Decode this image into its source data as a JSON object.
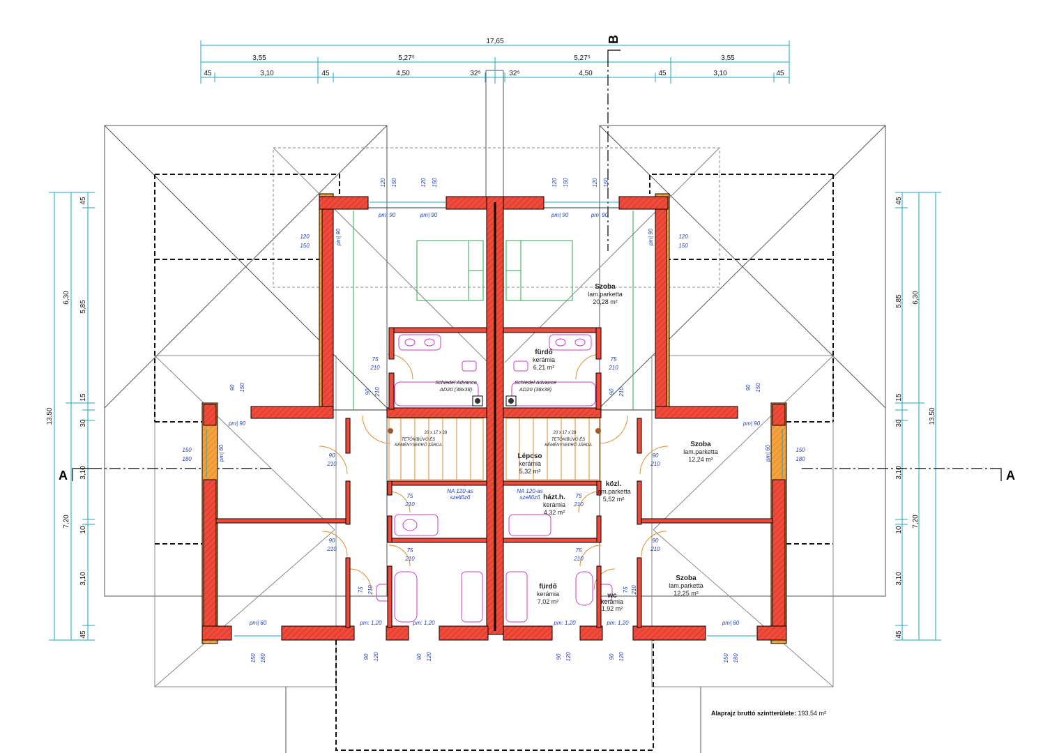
{
  "dimensions": {
    "total_width": "17,65",
    "row2": [
      "3,55",
      "5,27⁵",
      "5,27⁵",
      "3,55"
    ],
    "row3": [
      "45",
      "3,10",
      "45",
      "4,50",
      "32⁵",
      "32⁵",
      "4,50",
      "45",
      "3,10",
      "45"
    ],
    "left_outer": "13,50",
    "left_mid": [
      "6,30",
      "7,20"
    ],
    "left_inner": [
      "45",
      "5,85",
      "15",
      "30",
      "3,10",
      "10",
      "3,10",
      "45"
    ],
    "right_outer": "13,50",
    "right_mid": [
      "6,30",
      "7,20"
    ],
    "right_inner": [
      "45",
      "5,85",
      "15",
      "30",
      "3,10",
      "10",
      "3,10",
      "45"
    ]
  },
  "sections": {
    "a_left": "A",
    "a_right": "A",
    "b": "B"
  },
  "rooms": {
    "szoba_top": {
      "name": "Szoba",
      "finish": "lam.parketta",
      "area": "20,28 m²"
    },
    "furdo_top": {
      "name": "fürdő",
      "finish": "kerámia",
      "area": "6,21 m²"
    },
    "lepcso": {
      "name": "Lépcso",
      "finish": "kerámia",
      "area": "5,32 m²"
    },
    "szoba_mid": {
      "name": "Szoba",
      "finish": "lam.parketta",
      "area": "12,24 m²"
    },
    "kozl": {
      "name": "közl.",
      "finish": "lam.parketta",
      "area": "5,52 m²"
    },
    "hazt": {
      "name": "házt.h.",
      "finish": "kerámia",
      "area": "4,32 m²"
    },
    "furdo_bottom": {
      "name": "fürdő",
      "finish": "kerámia",
      "area": "7,02 m²"
    },
    "wc": {
      "name": "wc",
      "finish": "kerámia",
      "area": "1,92 m²"
    },
    "szoba_bottom": {
      "name": "Szoba",
      "finish": "lam.parketta",
      "area": "12,25 m²"
    }
  },
  "notes": {
    "chimney_l1": "Schiedel Advance",
    "chimney_l2": "AD20 (38x38)",
    "roof_walk_l1": "TETŐKIBÚVÓ ÉS",
    "roof_walk_l2": "KÉMÉNYSEPRŐ JÁRDA",
    "stair": "20 x 17 x 28",
    "vent_l1": "NA 120-as",
    "vent_l2": "szellőző"
  },
  "openings": {
    "pm90": "pm| 90",
    "pm60": "pm| 60",
    "pm120": "pm: 1,20",
    "w120": "120",
    "w150": "150",
    "w90": "90",
    "w180": "180",
    "w75": "75",
    "w210": "210",
    "w60": "60"
  },
  "footer": {
    "label": "Alaprajz bruttó szintterülete:",
    "value": "193,54 m²"
  }
}
